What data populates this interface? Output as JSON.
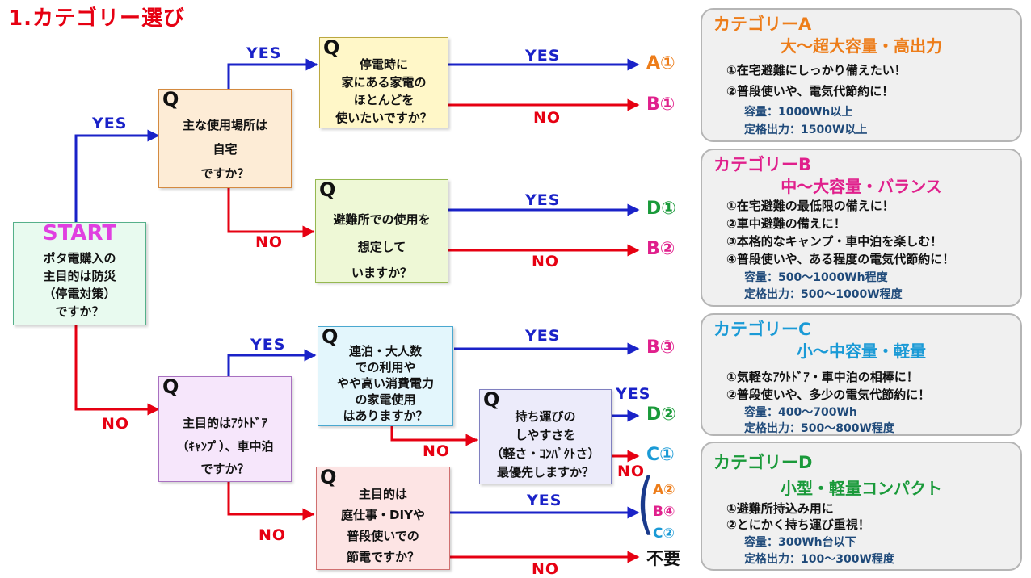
{
  "title": "1.カテゴリー選び",
  "start": {
    "label": "START",
    "lines": [
      "ポタ電購入の",
      "主目的は防災",
      "（停電対策）",
      "ですか？"
    ]
  },
  "questions": {
    "home": [
      "主な使用場所は",
      "自宅",
      "ですか？"
    ],
    "blackout": [
      "停電時に",
      "家にある家電の",
      "ほとんどを",
      "使いたいですか？"
    ],
    "shelter": [
      "避難所での使用を",
      "想定して",
      "いますか？"
    ],
    "outdoor": [
      "主目的はｱｳﾄﾄﾞｱ",
      "（ｷｬﾝﾌﾟ）、車中泊",
      "ですか？"
    ],
    "multi": [
      "連泊・大人数",
      "での利用や",
      "やや高い消費電力",
      "の家電使用",
      "はありますか？"
    ],
    "portable": [
      "持ち運びの",
      "しやすさを",
      "（軽さ・ｺﾝﾊﾟｸﾄさ）",
      "最優先しますか？"
    ],
    "garden": [
      "主目的は",
      "庭仕事・DIYや",
      "普段使いでの",
      "節電ですか？"
    ]
  },
  "q_mark": "Q",
  "yes": "YES",
  "no": "NO",
  "results": {
    "r1": "A①",
    "r2": "B①",
    "r3": "D①",
    "r4": "B②",
    "r5": "B③",
    "r6": "D②",
    "r7": "C①",
    "r8": "A②",
    "r9": "B④",
    "r10": "C②",
    "r11": "不要"
  },
  "colors": {
    "yes_arrow": "#1a22c8",
    "no_arrow": "#e60012",
    "cat_a": "#ed7d1a",
    "cat_b": "#e0208c",
    "cat_c": "#1a9ad6",
    "cat_d": "#1a9a3a"
  },
  "categories": {
    "a": {
      "head": "カテゴリーA",
      "sub": "大～超大容量・高出力",
      "lines": [
        "①在宅避難にしっかり備えたい！",
        "②普段使いや、電気代節約に！"
      ],
      "capacity": "容量：1000Wh以上",
      "output": "定格出力：1500W以上"
    },
    "b": {
      "head": "カテゴリーB",
      "sub": "中～大容量・バランス",
      "lines": [
        "①在宅避難の最低限の備えに！",
        "②車中避難の備えに！",
        "③本格的なキャンプ・車中泊を楽しむ！",
        "④普段使いや、ある程度の電気代節約に！"
      ],
      "capacity": "容量：500～1000Wh程度",
      "output": "定格出力：500～1000W程度"
    },
    "c": {
      "head": "カテゴリーC",
      "sub": "小～中容量・軽量",
      "lines": [
        "①気軽なｱｳﾄﾄﾞｱ・車中泊の相棒に！",
        "②普段使いや、多少の電気代節約に！"
      ],
      "capacity": "容量：400～700Wh",
      "output": "定格出力：500～800W程度"
    },
    "d": {
      "head": "カテゴリーD",
      "sub": "小型・軽量コンパクト",
      "lines": [
        "①避難所持込み用に",
        "②とにかく持ち運び重視！"
      ],
      "capacity": "容量：300Wh台以下",
      "output": "定格出力：100～300W程度"
    }
  }
}
